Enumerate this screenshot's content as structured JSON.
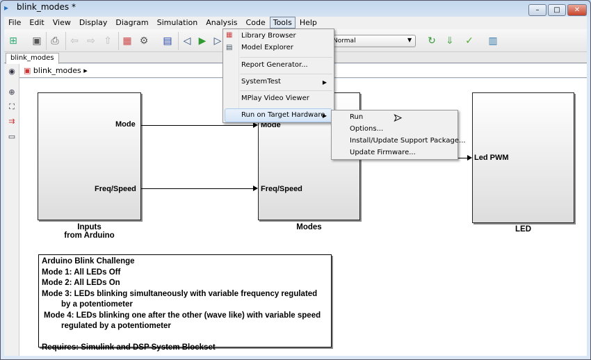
{
  "window": {
    "title": "blink_modes *",
    "minimize": "–",
    "maximize": "□",
    "close": "✕"
  },
  "menubar": [
    "File",
    "Edit",
    "View",
    "Display",
    "Diagram",
    "Simulation",
    "Analysis",
    "Code",
    "Tools",
    "Help"
  ],
  "toolbar": {
    "sim_mode": "Normal"
  },
  "tabs": [
    "blink_modes"
  ],
  "breadcrumb": "blink_modes",
  "tools_menu": [
    {
      "label": "Library Browser",
      "icon": "library-browser-icon"
    },
    {
      "label": "Model Explorer",
      "icon": "model-explorer-icon"
    },
    {
      "label": "Report Generator..."
    },
    {
      "label": "SystemTest",
      "submenu": true
    },
    {
      "label": "MPlay Video Viewer"
    },
    {
      "label": "Run on Target Hardware",
      "submenu": true,
      "highlighted": true
    }
  ],
  "submenu": [
    "Run",
    "Options...",
    "Install/Update Support Package...",
    "Update Firmware..."
  ],
  "diagram": {
    "inputs": {
      "name_line1": "Inputs",
      "name_line2": "from Arduino",
      "ports": [
        "Mode",
        "Freq/Speed"
      ]
    },
    "modes": {
      "name": "Modes",
      "ports": [
        "Mode",
        "Freq/Speed"
      ]
    },
    "led": {
      "name": "LED",
      "ports": [
        "Led PWM"
      ]
    }
  },
  "note": [
    "Arduino Blink Challenge",
    "Mode 1: All LEDs Off",
    "Mode 2: All LEDs On",
    "Mode 3: LEDs blinking simultaneously with variable frequency regulated",
    "by a potentiometer",
    "Mode 4: LEDs blinking one after the other (wave like) with variable speed",
    "regulated by a potentiometer",
    "",
    "Requires: Simulink and DSP System Blockset"
  ]
}
